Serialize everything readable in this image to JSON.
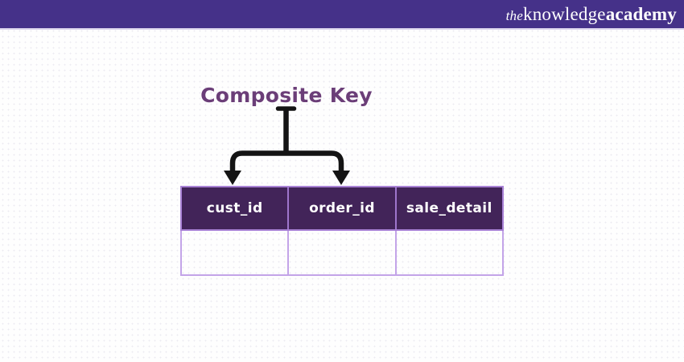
{
  "brand_bar": {
    "bg_color": "#453189",
    "logo": {
      "the": "the",
      "knowledge": "knowledge",
      "academy": "academy"
    }
  },
  "diagram": {
    "title": "Composite Key",
    "title_color": "#6b3e78",
    "arrow_color": "#141414",
    "arrow_targets": [
      "cust_id",
      "order_id"
    ],
    "table": {
      "columns": [
        "cust_id",
        "order_id",
        "sale_detail"
      ],
      "header_bg": "#422459",
      "header_text_color": "#ffffff",
      "outer_border_color": "#a982d6",
      "header_divider_color": "#9e76cc",
      "body_border_color": "#c3a4e8",
      "rows": [
        [
          "",
          "",
          ""
        ]
      ]
    }
  }
}
